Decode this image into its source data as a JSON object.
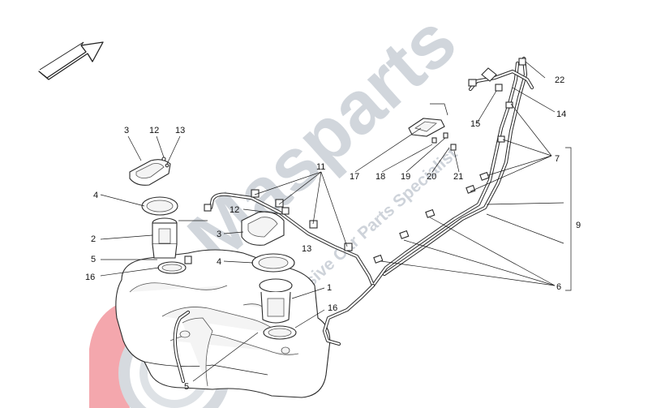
{
  "diagram": {
    "callouts": [
      {
        "id": "c22",
        "text": "22"
      },
      {
        "id": "c14",
        "text": "14"
      },
      {
        "id": "c15",
        "text": "15"
      },
      {
        "id": "c7",
        "text": "7"
      },
      {
        "id": "c9",
        "text": "9"
      },
      {
        "id": "c6",
        "text": "6"
      },
      {
        "id": "c3a",
        "text": "3"
      },
      {
        "id": "c12a",
        "text": "12"
      },
      {
        "id": "c13a",
        "text": "13"
      },
      {
        "id": "c4a",
        "text": "4"
      },
      {
        "id": "c2",
        "text": "2"
      },
      {
        "id": "c5a",
        "text": "5"
      },
      {
        "id": "c16a",
        "text": "16"
      },
      {
        "id": "c11",
        "text": "11"
      },
      {
        "id": "c17",
        "text": "17"
      },
      {
        "id": "c18",
        "text": "18"
      },
      {
        "id": "c19",
        "text": "19"
      },
      {
        "id": "c20",
        "text": "20"
      },
      {
        "id": "c21",
        "text": "21"
      },
      {
        "id": "c12b",
        "text": "12"
      },
      {
        "id": "c3b",
        "text": "3"
      },
      {
        "id": "c13b",
        "text": "13"
      },
      {
        "id": "c4b",
        "text": "4"
      },
      {
        "id": "c1",
        "text": "1"
      },
      {
        "id": "c16b",
        "text": "16"
      },
      {
        "id": "c5b",
        "text": "5"
      }
    ]
  },
  "watermark": {
    "brand": "Masparts",
    "tagline": "Exclusive Car Parts Specialist",
    "color": "#c9cfd6",
    "logo_color": "#e8434f"
  },
  "orientation_arrow": {
    "icon": "direction-arrow-icon"
  }
}
